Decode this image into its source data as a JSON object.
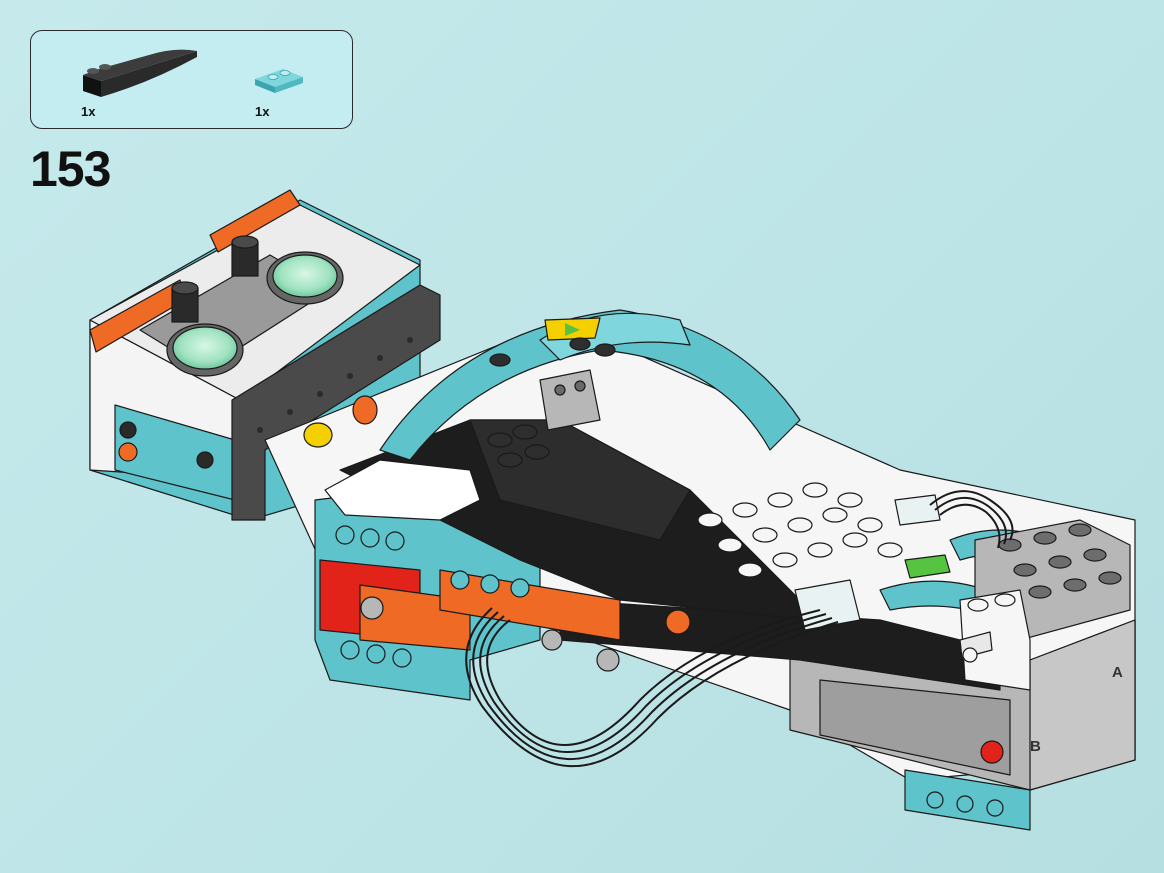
{
  "step": {
    "number": "153"
  },
  "parts_needed": [
    {
      "name": "black-curved-slope-brick",
      "quantity": "1x",
      "color": "#1c1c1c"
    },
    {
      "name": "teal-plate-1x2",
      "quantity": "1x",
      "color": "#5cc4cc"
    }
  ],
  "model": {
    "port_labels": [
      "A",
      "B"
    ],
    "colors": {
      "white": "#f7f7f7",
      "teal": "#5ec3cb",
      "black": "#1d1d1d",
      "dark_gray": "#5a5a5a",
      "light_gray": "#b9b9b9",
      "orange": "#ee6a25",
      "red": "#e2231a",
      "yellow": "#f5d000",
      "green": "#56c440",
      "lens": "#a9e6c8"
    }
  }
}
